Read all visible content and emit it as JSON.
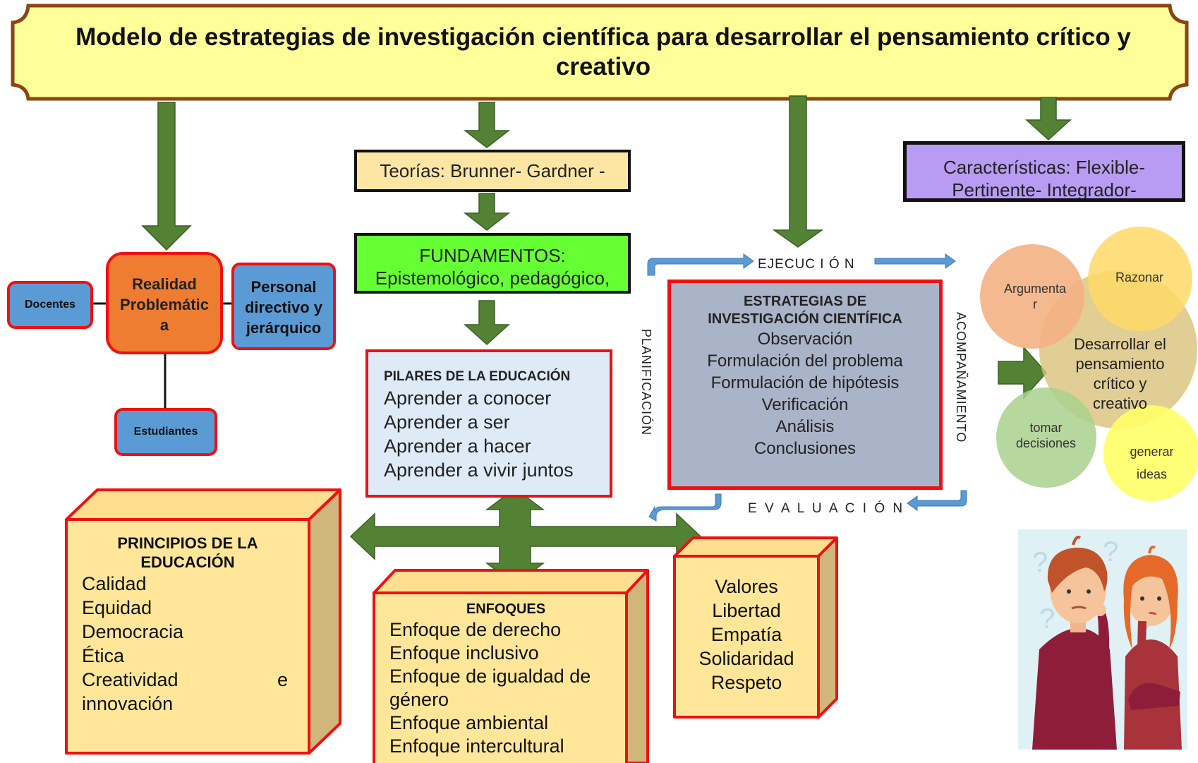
{
  "title": "Modelo de estrategias de investigación científica para desarrollar el pensamiento crítico y creativo",
  "teorias": "Teorías: Brunner- Gardner -",
  "fundamentos": {
    "line1": "FUNDAMENTOS:",
    "line2": "Epistemológico, pedagógico,"
  },
  "caracteristicas": {
    "line1": "Características: Flexible-",
    "line2": "Pertinente- Integrador-"
  },
  "realidad": {
    "line1": "Realidad",
    "line2": "Problemátic",
    "line3": "a"
  },
  "docentes": "Docentes",
  "personal": {
    "line1": "Personal",
    "line2": "directivo y",
    "line3": "jerárquico"
  },
  "estudiantes": "Estudiantes",
  "pilares": {
    "heading": "PILARES DE LA EDUCACIÓN",
    "items": [
      "Aprender a conocer",
      "Aprender a ser",
      "Aprender a hacer",
      "Aprender a vivir juntos"
    ]
  },
  "estrategias": {
    "heading1": "ESTRATEGIAS DE",
    "heading2": "INVESTIGACIÓN CIENTÍFICA",
    "items": [
      "Observación",
      "Formulación del problema",
      "Formulación de hipótesis",
      "Verificación",
      "Análisis",
      "Conclusiones"
    ]
  },
  "cycle": {
    "top": "EJECUC I Ó N",
    "bottom": "E V A L U A C I Ó N",
    "left": "PLANIFICACIÓN",
    "right": "ACOMPAÑAMIENTO"
  },
  "venn": {
    "center": [
      "Desarrollar el",
      "pensamiento",
      "crítico y",
      "creativo"
    ],
    "argumentar": [
      "Argumenta",
      "r"
    ],
    "razonar": "Razonar",
    "tomar": [
      "tomar",
      "decisiones"
    ],
    "generar": [
      "generar",
      "ideas"
    ]
  },
  "principios": {
    "heading1": "PRINCIPIOS DE LA",
    "heading2": "EDUCACIÓN",
    "items": [
      "Calidad",
      "Equidad",
      "Democracia",
      "Ética",
      "Creatividad",
      "innovación"
    ],
    "conj": "e"
  },
  "enfoques": {
    "heading": "ENFOQUES",
    "items": [
      "Enfoque de derecho",
      "Enfoque inclusivo",
      "Enfoque de igualdad de",
      "género",
      "Enfoque ambiental",
      "Enfoque intercultural"
    ]
  },
  "valores": {
    "items": [
      "Valores",
      "Libertad",
      "Empatía",
      "Solidaridad",
      "Respeto"
    ]
  },
  "colors": {
    "banner": "#ffff99",
    "arrow": "#548235",
    "red_border": "#ee1111",
    "cycle_arrow": "#5b9bd5"
  }
}
